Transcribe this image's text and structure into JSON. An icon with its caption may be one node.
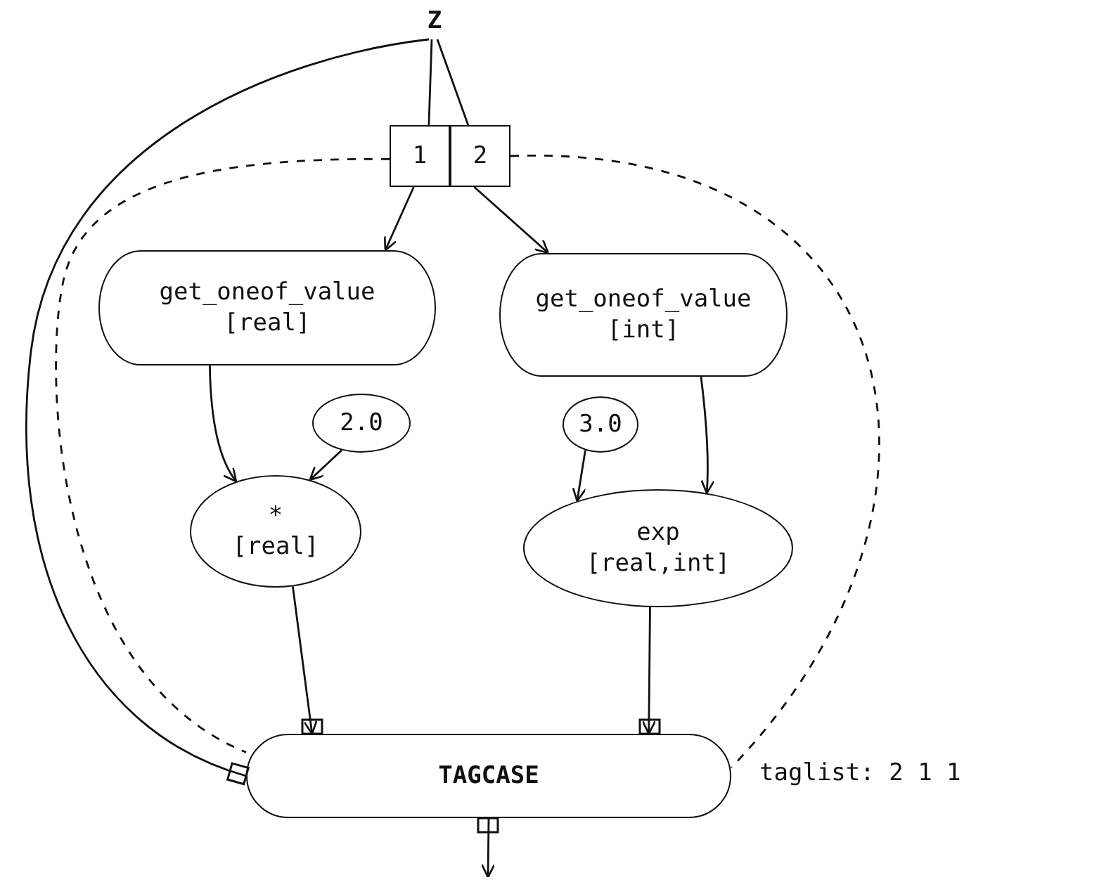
{
  "diagram": {
    "nodes": [
      {
        "text": [
          "Z"
        ]
      },
      {
        "text": [
          "1"
        ]
      },
      {
        "text": [
          "2"
        ]
      },
      {
        "text": [
          "get_oneof_value",
          "[real]"
        ]
      },
      {
        "text": [
          "get_oneof_value",
          "[int]"
        ]
      },
      {
        "text": [
          "2.0"
        ]
      },
      {
        "text": [
          "3.0"
        ]
      },
      {
        "text": [
          "*",
          "[real]"
        ]
      },
      {
        "text": [
          "exp",
          "[real,int]"
        ]
      },
      {
        "text": [
          "TAGCASE"
        ]
      }
    ],
    "edges": [
      {
        "from": 0,
        "to": 1,
        "arrow": "none"
      },
      {
        "from": 0,
        "to": 2,
        "arrow": "none"
      },
      {
        "from": 0,
        "to": 9,
        "arrow": "other"
      },
      {
        "from": 1,
        "to": 3,
        "arrow": "to"
      },
      {
        "from": 2,
        "to": 4,
        "arrow": "to"
      },
      {
        "from": 3,
        "to": 7,
        "arrow": "to"
      },
      {
        "from": 5,
        "to": 7,
        "arrow": "to"
      },
      {
        "from": 4,
        "to": 8,
        "arrow": "to"
      },
      {
        "from": 6,
        "to": 8,
        "arrow": "to"
      },
      {
        "from": 7,
        "to": 9,
        "arrow": "to"
      },
      {
        "from": 8,
        "to": 9,
        "arrow": "to"
      },
      {
        "from": 1,
        "to": 9,
        "arrow": "none",
        "style": "dashed"
      },
      {
        "from": 2,
        "to": 9,
        "arrow": "none",
        "style": "dashed"
      },
      {
        "from": 9,
        "to": null,
        "arrow": "to"
      }
    ],
    "labels": [
      "taglist: 2 1 1"
    ]
  }
}
